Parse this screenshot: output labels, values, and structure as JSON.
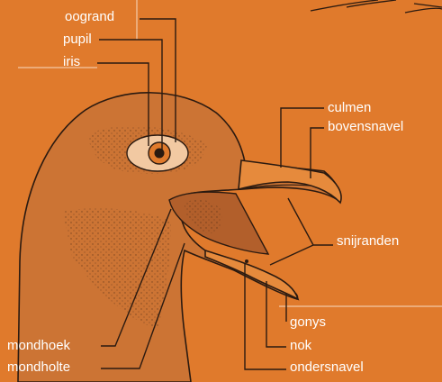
{
  "labels": {
    "oogrand": "oogrand",
    "pupil": "pupil",
    "iris": "iris",
    "culmen": "culmen",
    "bovensnavel": "bovensnavel",
    "snijranden": "snijranden",
    "gonys": "gonys",
    "nok": "nok",
    "ondersnavel": "ondersnavel",
    "mondhoek": "mondhoek",
    "mondholte": "mondholte"
  },
  "colors": {
    "background": "#e07a2c",
    "head_fill": "#cc7434",
    "outline": "#2b1a10",
    "leader": "#2b1a10",
    "text": "#ffffff",
    "mouth_fill": "#b25f2b",
    "eye_white": "#f2c9a2",
    "beak_fill": "#e68a3c"
  }
}
